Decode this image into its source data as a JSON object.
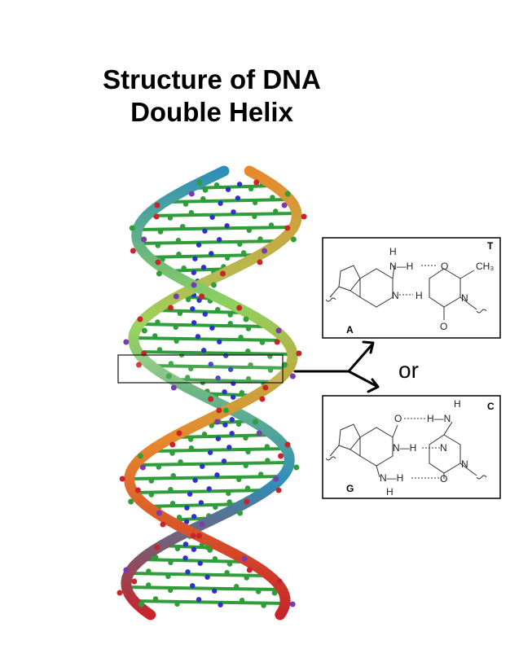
{
  "title": {
    "line1": "Structure of DNA",
    "line2": "Double Helix"
  },
  "connector_text": "or",
  "base_pairs": [
    {
      "left_label": "A",
      "right_label": "T",
      "atoms": {
        "h_top": "H",
        "n_h": "N—H",
        "o_right": "O",
        "methyl": "CH₃",
        "h_lower": "H",
        "n_lower": "N",
        "n_ring": "N",
        "o_bottom": "O"
      }
    },
    {
      "left_label": "G",
      "right_label": "C",
      "atoms": {
        "o_top": "O",
        "h_n_top": "H—N",
        "h_top": "H",
        "n_h_mid": "N—H",
        "n_mid": "N",
        "n_h_low": "N—H",
        "h_low": "H",
        "o_bottom": "O",
        "n_ring": "N"
      }
    }
  ],
  "colors": {
    "backbone_orange": "#e8892b",
    "backbone_green": "#8fd15c",
    "backbone_blue": "#2f8fb8",
    "backbone_red": "#c9242a",
    "atom_green": "#2f9d3a",
    "atom_red": "#c9242a",
    "atom_blue": "#2b33c9",
    "atom_purple": "#7a3bb0"
  }
}
